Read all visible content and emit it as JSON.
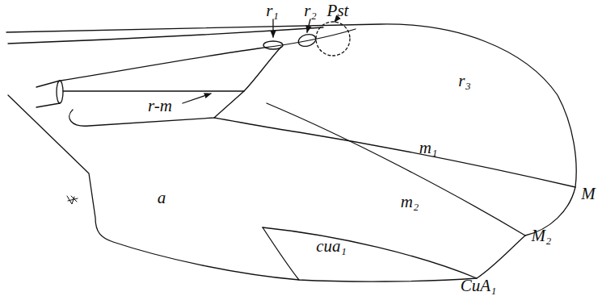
{
  "diagram": {
    "labels": [
      "r₁",
      "r₂",
      "Pst",
      "r-m",
      "r₃",
      "M",
      "m₁",
      "a",
      "m₂",
      "M₂",
      "cua₁",
      "CuA₁"
    ]
  }
}
